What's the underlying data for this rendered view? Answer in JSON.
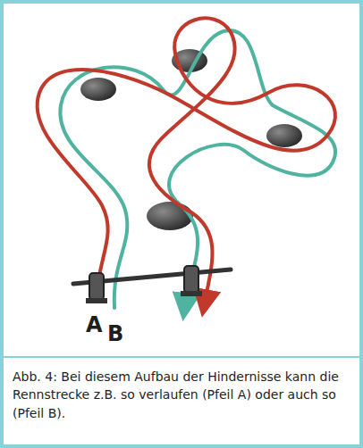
{
  "diagram": {
    "caption": "Abb. 4: Bei diesem Aufbau der Hindernisse kann die Rennstrecke z.B. so verlaufen (Pfeil A) oder auch so (Pfeil B).",
    "labels": [
      "A",
      "B"
    ]
  }
}
